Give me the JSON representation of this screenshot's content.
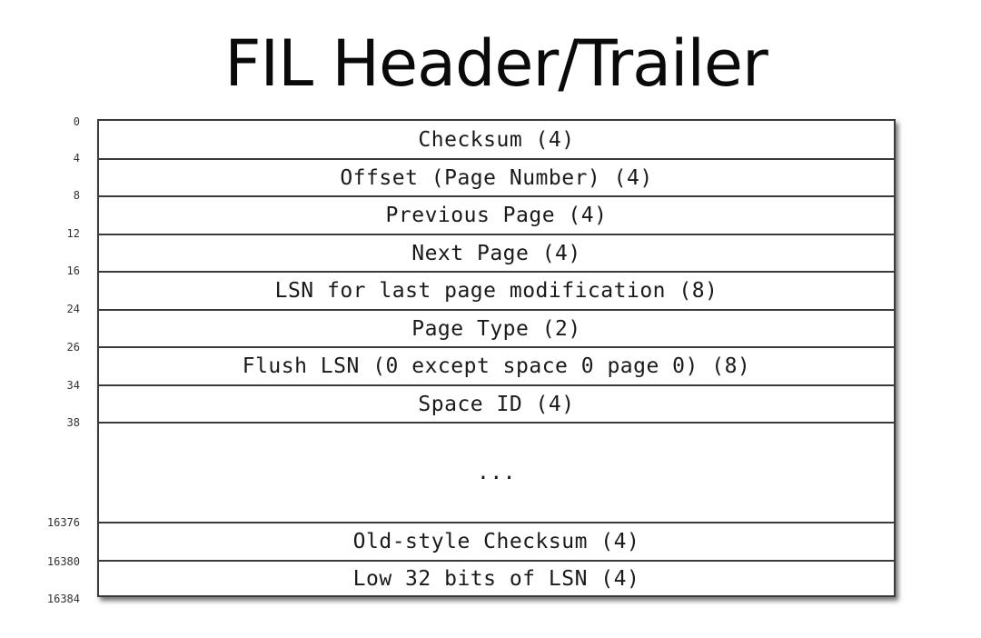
{
  "title": "FIL Header/Trailer",
  "fields": [
    {
      "label": "Checksum (4)"
    },
    {
      "label": "Offset (Page Number) (4)"
    },
    {
      "label": "Previous Page (4)"
    },
    {
      "label": "Next Page (4)"
    },
    {
      "label": "LSN for last page modification (8)"
    },
    {
      "label": "Page Type (2)"
    },
    {
      "label": "Flush LSN (0 except space 0 page 0) (8)"
    },
    {
      "label": "Space ID (4)"
    },
    {
      "label": "..."
    },
    {
      "label": "Old-style Checksum (4)"
    },
    {
      "label": "Low 32 bits of LSN (4)"
    }
  ],
  "offsets": [
    "0",
    "4",
    "8",
    "12",
    "16",
    "24",
    "26",
    "34",
    "38",
    "16376",
    "16380",
    "16384"
  ]
}
